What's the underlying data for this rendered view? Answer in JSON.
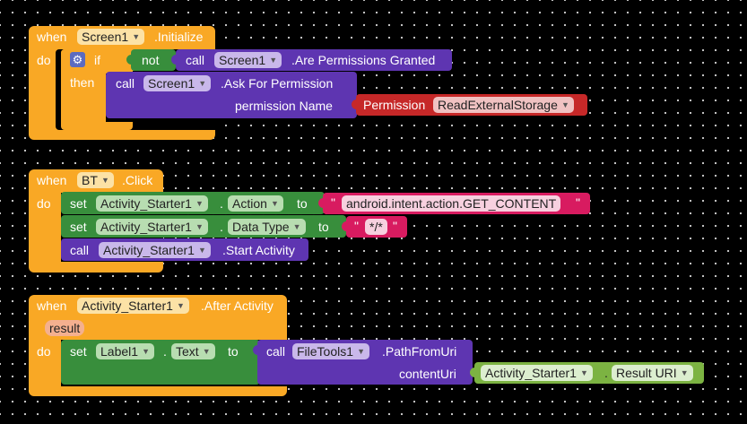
{
  "common": {
    "when": "when",
    "do": "do",
    "call": "call",
    "set": "set",
    "to": "to",
    "dot": ".",
    "quote": "\""
  },
  "block1": {
    "component": "Screen1",
    "event": ".Initialize",
    "if_label": "if",
    "then_label": "then",
    "not_label": "not",
    "check_component": "Screen1",
    "check_method": ".Are Permissions Granted",
    "ask_component": "Screen1",
    "ask_method": ".Ask For Permission",
    "param_label": "permission Name",
    "permission_label": "Permission",
    "permission_value": "ReadExternalStorage"
  },
  "block2": {
    "component": "BT",
    "event": ".Click",
    "row1_component": "Activity_Starter1",
    "row1_property": "Action",
    "row1_value": "android.intent.action.GET_CONTENT",
    "row2_component": "Activity_Starter1",
    "row2_property": "Data Type",
    "row2_value": "*/*",
    "row3_component": "Activity_Starter1",
    "row3_method": ".Start Activity"
  },
  "block3": {
    "component": "Activity_Starter1",
    "event": ".After Activity",
    "param": "result",
    "set_component": "Label1",
    "set_property": "Text",
    "call_component": "FileTools1",
    "call_method": ".PathFromUri",
    "arg_label": "contentUri",
    "arg_component": "Activity_Starter1",
    "arg_property": "Result URI"
  },
  "colors": {
    "event": "#f9a825",
    "component_call": "#5e35b1",
    "setter": "#388e3c",
    "getter": "#7cb342",
    "logic": "#388e3c",
    "text": "#d81b60",
    "permission": "#c62828"
  }
}
